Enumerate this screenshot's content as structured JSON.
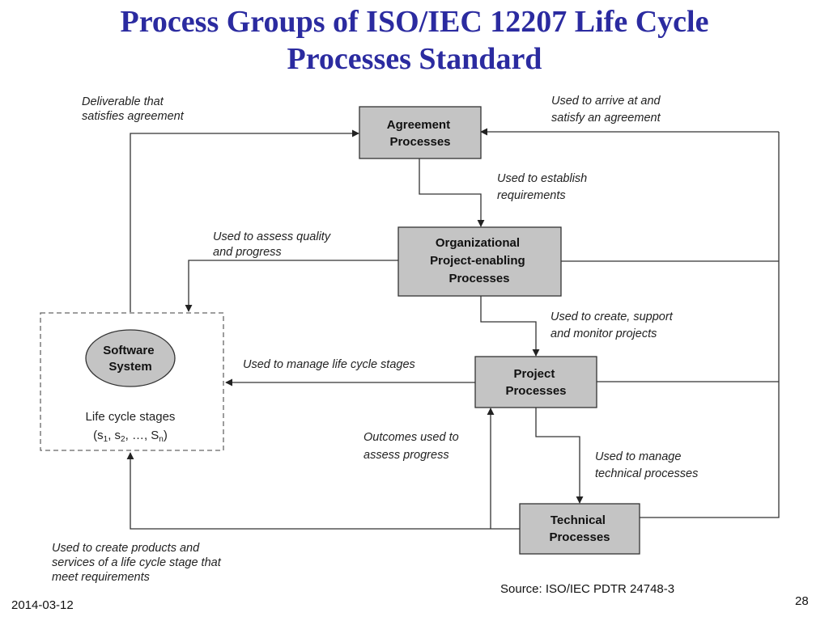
{
  "title": {
    "line1": "Process Groups of ISO/IEC 12207 Life Cycle",
    "line2": "Processes Standard"
  },
  "boxes": {
    "agreement": [
      "Agreement",
      "Processes"
    ],
    "organizational": [
      "Organizational",
      "Project-enabling",
      "Processes"
    ],
    "project": [
      "Project",
      "Processes"
    ],
    "technical": [
      "Technical",
      "Processes"
    ],
    "software": [
      "Software",
      "System"
    ]
  },
  "lifecycle": {
    "label": "Life cycle stages",
    "open": "(s",
    "s1_sub": "1",
    "sep1": ", s",
    "s2_sub": "2",
    "sep2": ", …, S",
    "sn_sub": "n",
    "close": ")"
  },
  "notes": {
    "deliverable": [
      "Deliverable that",
      "satisfies agreement"
    ],
    "arrive": [
      "Used to arrive at and",
      "satisfy an agreement"
    ],
    "establish": [
      "Used to establish",
      "requirements"
    ],
    "assess_quality": [
      "Used to assess quality",
      "and progress"
    ],
    "create_support": [
      "Used to create, support",
      "and monitor projects"
    ],
    "manage_stages": [
      "Used to manage life cycle stages"
    ],
    "outcomes": [
      "Outcomes used to",
      "assess progress"
    ],
    "manage_technical": [
      "Used to manage",
      "technical processes"
    ],
    "create_products": [
      "Used to create products and",
      "services of a life cycle stage that",
      "meet requirements"
    ]
  },
  "source": "Source: ISO/IEC PDTR 24748-3",
  "date": "2014-03-12",
  "page_number": "28"
}
